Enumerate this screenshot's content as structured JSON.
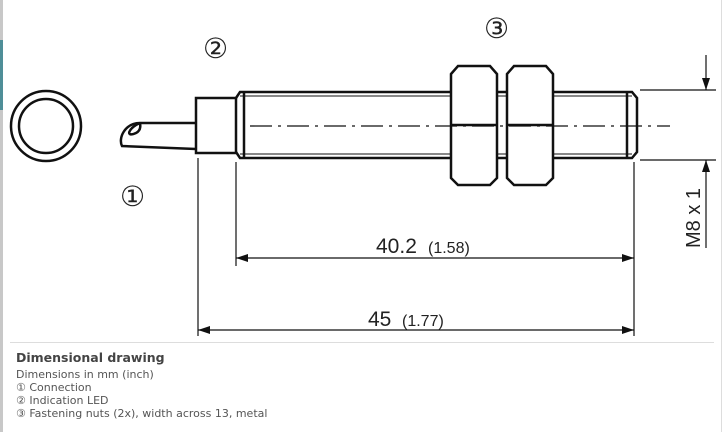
{
  "drawing": {
    "callouts": [
      "①",
      "②",
      "③"
    ],
    "dim_length_thread": "40.2",
    "dim_length_thread_inch": "(1.58)",
    "dim_length_total": "45",
    "dim_length_total_inch": "(1.77)",
    "thread_label": "M8 x 1"
  },
  "caption": {
    "title": "Dimensional drawing",
    "lines": [
      "Dimensions in mm (inch)",
      "① Connection",
      "② Indication LED",
      "③ Fastening nuts (2x), width across 13, metal"
    ]
  }
}
